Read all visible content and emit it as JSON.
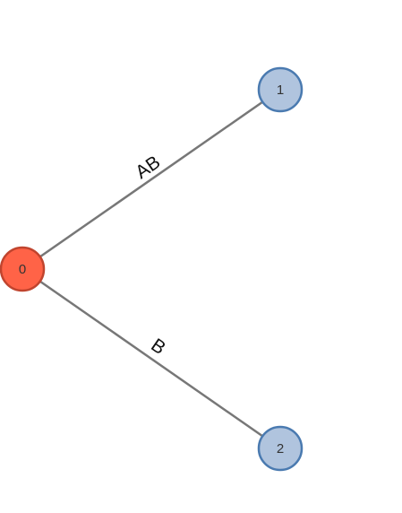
{
  "diagram": {
    "type": "tree",
    "colors": {
      "edge": "#777777",
      "root_fill": "#ff6347",
      "root_stroke": "#c0442e",
      "leaf_fill": "#b0c4de",
      "leaf_stroke": "#4a7ab0"
    },
    "nodes": [
      {
        "id": "0",
        "label": "0",
        "role": "root"
      },
      {
        "id": "1",
        "label": "1",
        "role": "leaf"
      },
      {
        "id": "2",
        "label": "2",
        "role": "leaf"
      }
    ],
    "edges": [
      {
        "from": "0",
        "to": "1",
        "label": "AB"
      },
      {
        "from": "0",
        "to": "2",
        "label": "B"
      }
    ]
  }
}
